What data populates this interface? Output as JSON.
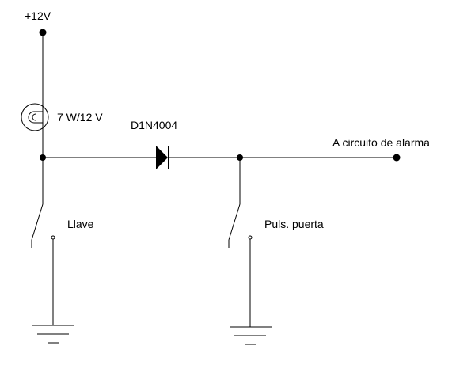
{
  "colors": {
    "background": "#ffffff",
    "wire": "#000000",
    "text": "#000000"
  },
  "labels": {
    "supply": "+12V",
    "lamp_rating": "7 W/12 V",
    "diode_part": "D1N4004",
    "output_terminal": "A circuito de alarma",
    "switch_key": "Llave",
    "switch_door": "Puls. puerta"
  },
  "components": {
    "supply_terminal": "+12V",
    "lamp": "7 W/12 V",
    "diode": "D1N4004",
    "switch_key": "Llave",
    "switch_door": "Puls. puerta",
    "grounds": 2,
    "output": "A circuito de alarma"
  }
}
